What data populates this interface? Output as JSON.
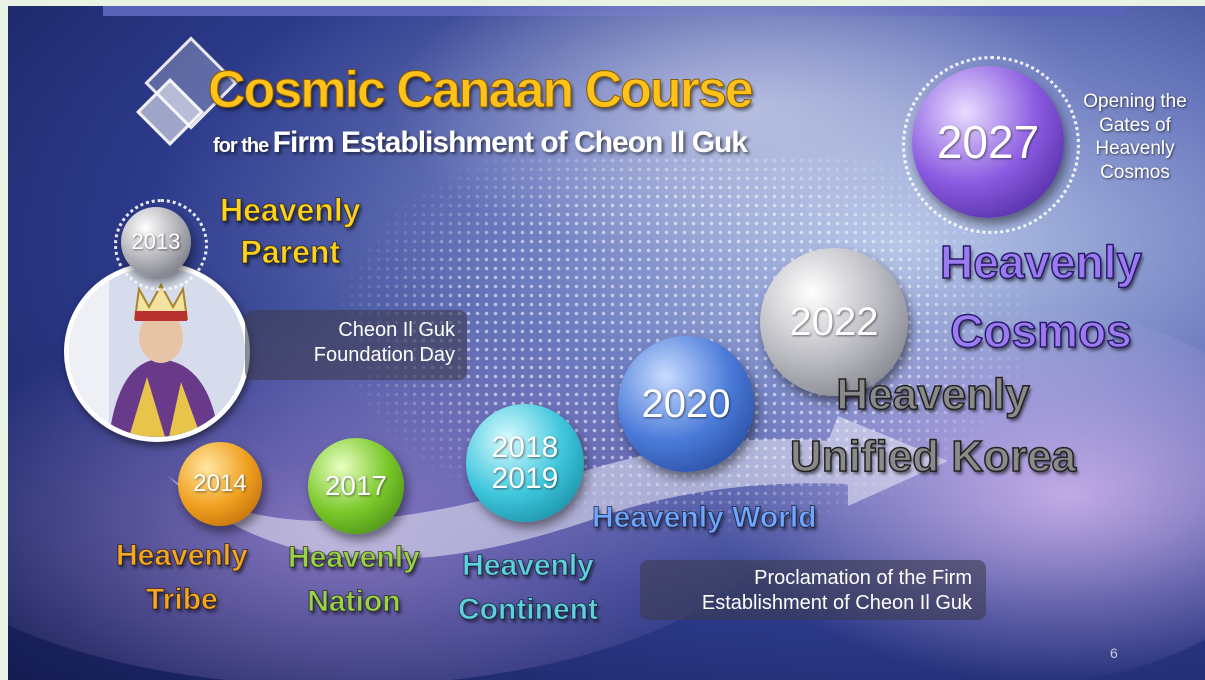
{
  "title": "Cosmic Canaan Course",
  "subtitle": {
    "prefix": "for the",
    "main": "Firm Establishment of Cheon Il Guk"
  },
  "milestones": {
    "y2013": {
      "year": "2013",
      "label_line1": "Heavenly",
      "label_line2": "Parent",
      "box_line1": "Cheon Il Guk",
      "box_line2": "Foundation Day"
    },
    "y2014": {
      "year": "2014",
      "label_line1": "Heavenly",
      "label_line2": "Tribe"
    },
    "y2017": {
      "year": "2017",
      "label_line1": "Heavenly",
      "label_line2": "Nation"
    },
    "y2018": {
      "year_line1": "2018",
      "year_line2": "2019",
      "label_line1": "Heavenly",
      "label_line2": "Continent"
    },
    "y2020": {
      "year": "2020",
      "label": "Heavenly World",
      "box_line1": "Proclamation of the Firm",
      "box_line2": "Establishment of Cheon Il Guk"
    },
    "y2022": {
      "year": "2022",
      "label_line1": "Heavenly",
      "label_line2": "Unified Korea"
    },
    "y2027": {
      "year": "2027",
      "note_line1": "Opening the",
      "note_line2": "Gates of",
      "note_line3": "Heavenly",
      "note_line4": "Cosmos",
      "label_line1": "Heavenly",
      "label_line2": "Cosmos"
    }
  },
  "page_number": "6",
  "colors": {
    "title": "#ffc21a",
    "parent_label": "#ffd21e",
    "tribe_label": "#f5a623",
    "nation_label": "#9bd24a",
    "continent_label": "#5fd0e0",
    "world_label": "#6fa6ff",
    "korea_label": "#8a8a8a",
    "cosmos_label": "#9a7cf0"
  },
  "icons": {
    "decor": "diamond-logo-icon",
    "photo": "crowned-speaker-photo"
  }
}
